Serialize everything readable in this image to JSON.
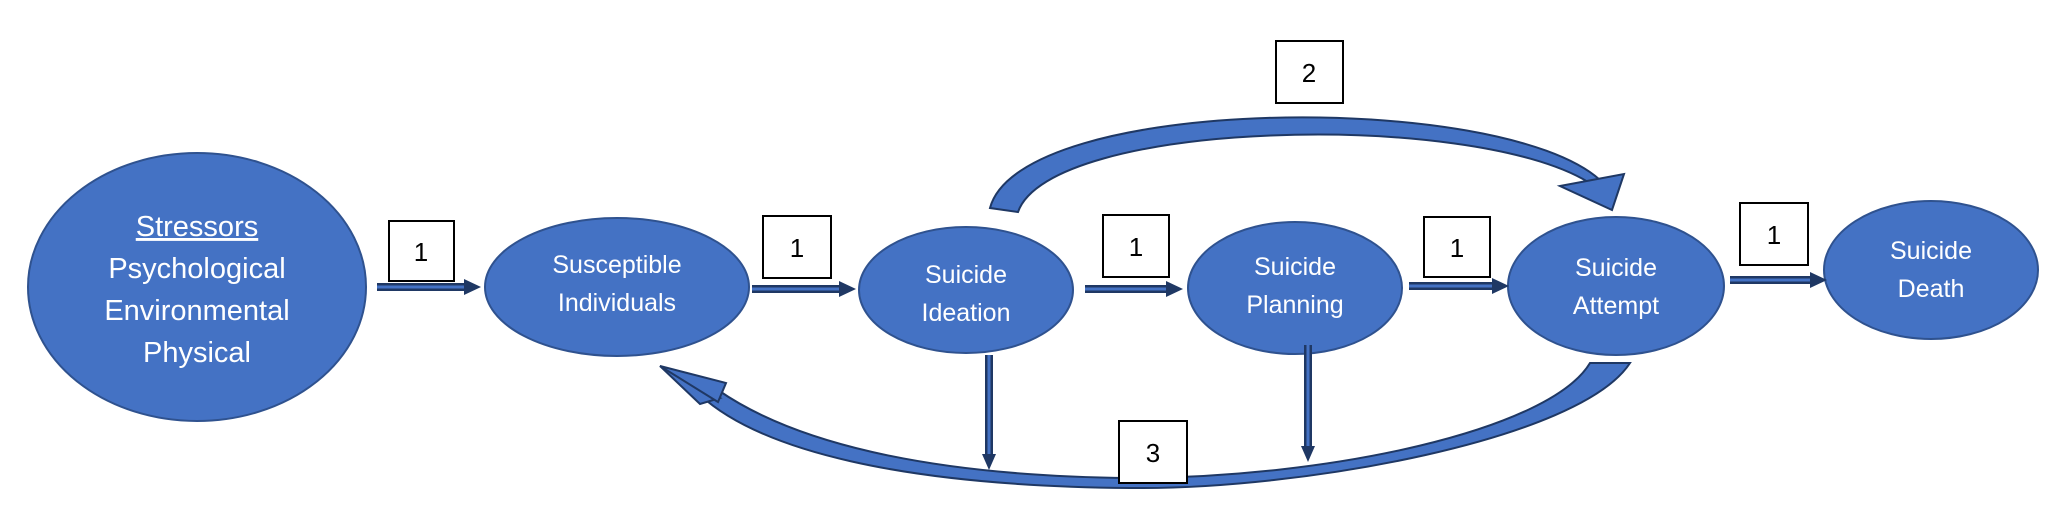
{
  "colors": {
    "node_fill": "#4472c4",
    "node_stroke": "#2f528f",
    "arrow_fill": "#4472c4",
    "arrow_stroke": "#1f3864",
    "node_text": "#ffffff",
    "label_box_border": "#000000"
  },
  "nodes": {
    "stressors": {
      "title": "Stressors",
      "line1": "Psychological",
      "line2": "Environmental",
      "line3": "Physical"
    },
    "susceptible": {
      "line1": "Susceptible",
      "line2": "Individuals"
    },
    "ideation": {
      "line1": "Suicide",
      "line2": "Ideation"
    },
    "planning": {
      "line1": "Suicide",
      "line2": "Planning"
    },
    "attempt": {
      "line1": "Suicide",
      "line2": "Attempt"
    },
    "death": {
      "line1": "Suicide",
      "line2": "Death"
    }
  },
  "labels": {
    "stressors_to_susceptible": "1",
    "susceptible_to_ideation": "1",
    "ideation_to_planning": "1",
    "planning_to_attempt": "1",
    "attempt_to_death": "1",
    "ideation_to_attempt": "2",
    "return_loop": "3"
  }
}
